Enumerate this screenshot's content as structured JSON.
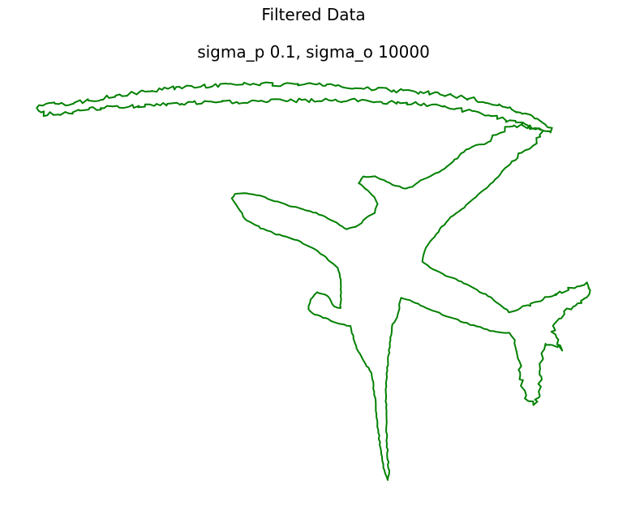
{
  "figure": {
    "suptitle": "Filtered Data",
    "title": "sigma_p 0.1, sigma_o 10000"
  },
  "chart_data": {
    "type": "line",
    "title": "sigma_p 0.1, sigma_o 10000",
    "suptitle": "Filtered Data",
    "axes_visible": false,
    "grid": false,
    "color": "#008000",
    "series": [
      {
        "points": [
          [
            478,
            592
          ],
          [
            474,
            580
          ],
          [
            470,
            560
          ],
          [
            466,
            530
          ],
          [
            463,
            495
          ],
          [
            458,
            460
          ],
          [
            448,
            445
          ],
          [
            440,
            430
          ],
          [
            432,
            402
          ],
          [
            420,
            400
          ],
          [
            405,
            394
          ],
          [
            388,
            388
          ],
          [
            380,
            382
          ],
          [
            383,
            370
          ],
          [
            391,
            360
          ],
          [
            405,
            365
          ],
          [
            412,
            378
          ],
          [
            420,
            380
          ],
          [
            420,
            345
          ],
          [
            416,
            330
          ],
          [
            402,
            318
          ],
          [
            386,
            306
          ],
          [
            370,
            298
          ],
          [
            352,
            292
          ],
          [
            338,
            288
          ],
          [
            325,
            283
          ],
          [
            315,
            278
          ],
          [
            302,
            270
          ],
          [
            294,
            256
          ],
          [
            286,
            245
          ],
          [
            289,
            239
          ],
          [
            300,
            238
          ],
          [
            320,
            241
          ],
          [
            342,
            249
          ],
          [
            365,
            256
          ],
          [
            390,
            263
          ],
          [
            412,
            273
          ],
          [
            428,
            283
          ],
          [
            442,
            278
          ],
          [
            452,
            269
          ],
          [
            462,
            262
          ],
          [
            466,
            252
          ],
          [
            462,
            243
          ],
          [
            450,
            232
          ],
          [
            442,
            226
          ],
          [
            448,
            218
          ],
          [
            462,
            218
          ],
          [
            477,
            224
          ],
          [
            488,
            229
          ],
          [
            500,
            233
          ],
          [
            508,
            230
          ],
          [
            519,
            222
          ],
          [
            532,
            217
          ],
          [
            545,
            210
          ],
          [
            558,
            200
          ],
          [
            572,
            187
          ],
          [
            585,
            180
          ],
          [
            600,
            176
          ],
          [
            612,
            165
          ],
          [
            624,
            158
          ],
          [
            638,
            155
          ],
          [
            652,
            156
          ],
          [
            668,
            160
          ],
          [
            681,
            162
          ],
          [
            664,
            148
          ],
          [
            646,
            140
          ],
          [
            628,
            134
          ],
          [
            610,
            128
          ],
          [
            590,
            124
          ],
          [
            570,
            120
          ],
          [
            550,
            117
          ],
          [
            520,
            114
          ],
          [
            490,
            112
          ],
          [
            455,
            109
          ],
          [
            420,
            106
          ],
          [
            385,
            104
          ],
          [
            350,
            104
          ],
          [
            310,
            104
          ],
          [
            270,
            105
          ],
          [
            230,
            107
          ],
          [
            200,
            110
          ],
          [
            170,
            114
          ],
          [
            140,
            119
          ],
          [
            110,
            124
          ],
          [
            82,
            128
          ],
          [
            62,
            129
          ],
          [
            48,
            128
          ],
          [
            45,
            137
          ],
          [
            56,
            141
          ],
          [
            75,
            140
          ],
          [
            100,
            136
          ],
          [
            130,
            133
          ],
          [
            165,
            131
          ],
          [
            200,
            129
          ],
          [
            240,
            127
          ],
          [
            280,
            126
          ],
          [
            320,
            125
          ],
          [
            360,
            124
          ],
          [
            400,
            124
          ],
          [
            440,
            124
          ],
          [
            480,
            126
          ],
          [
            520,
            128
          ],
          [
            560,
            134
          ],
          [
            600,
            141
          ],
          [
            630,
            150
          ],
          [
            655,
            157
          ],
          [
            670,
            162
          ],
          [
            660,
            176
          ],
          [
            648,
            186
          ],
          [
            635,
            197
          ],
          [
            622,
            208
          ],
          [
            611,
            222
          ],
          [
            596,
            235
          ],
          [
            583,
            246
          ],
          [
            569,
            258
          ],
          [
            556,
            268
          ],
          [
            545,
            280
          ],
          [
            535,
            292
          ],
          [
            525,
            306
          ],
          [
            520,
            322
          ],
          [
            530,
            330
          ],
          [
            546,
            338
          ],
          [
            565,
            346
          ],
          [
            585,
            356
          ],
          [
            602,
            365
          ],
          [
            616,
            375
          ],
          [
            628,
            385
          ],
          [
            645,
            380
          ],
          [
            663,
            373
          ],
          [
            680,
            366
          ],
          [
            695,
            360
          ],
          [
            710,
            354
          ],
          [
            722,
            350
          ],
          [
            728,
            360
          ],
          [
            718,
            370
          ],
          [
            706,
            378
          ],
          [
            694,
            388
          ],
          [
            685,
            398
          ],
          [
            682,
            410
          ],
          [
            692,
            430
          ],
          [
            682,
            424
          ],
          [
            672,
            426
          ],
          [
            666,
            450
          ],
          [
            666,
            472
          ],
          [
            664,
            490
          ],
          [
            658,
            500
          ],
          [
            648,
            490
          ],
          [
            643,
            470
          ],
          [
            640,
            446
          ],
          [
            634,
            420
          ],
          [
            628,
            410
          ],
          [
            612,
            410
          ],
          [
            592,
            404
          ],
          [
            568,
            396
          ],
          [
            545,
            388
          ],
          [
            522,
            378
          ],
          [
            505,
            370
          ],
          [
            494,
            368
          ],
          [
            492,
            380
          ],
          [
            490,
            392
          ],
          [
            484,
            400
          ],
          [
            481,
            420
          ],
          [
            478,
            450
          ],
          [
            476,
            480
          ],
          [
            476,
            510
          ],
          [
            477,
            540
          ],
          [
            478,
            566
          ],
          [
            480,
            585
          ],
          [
            478,
            592
          ]
        ]
      }
    ]
  }
}
